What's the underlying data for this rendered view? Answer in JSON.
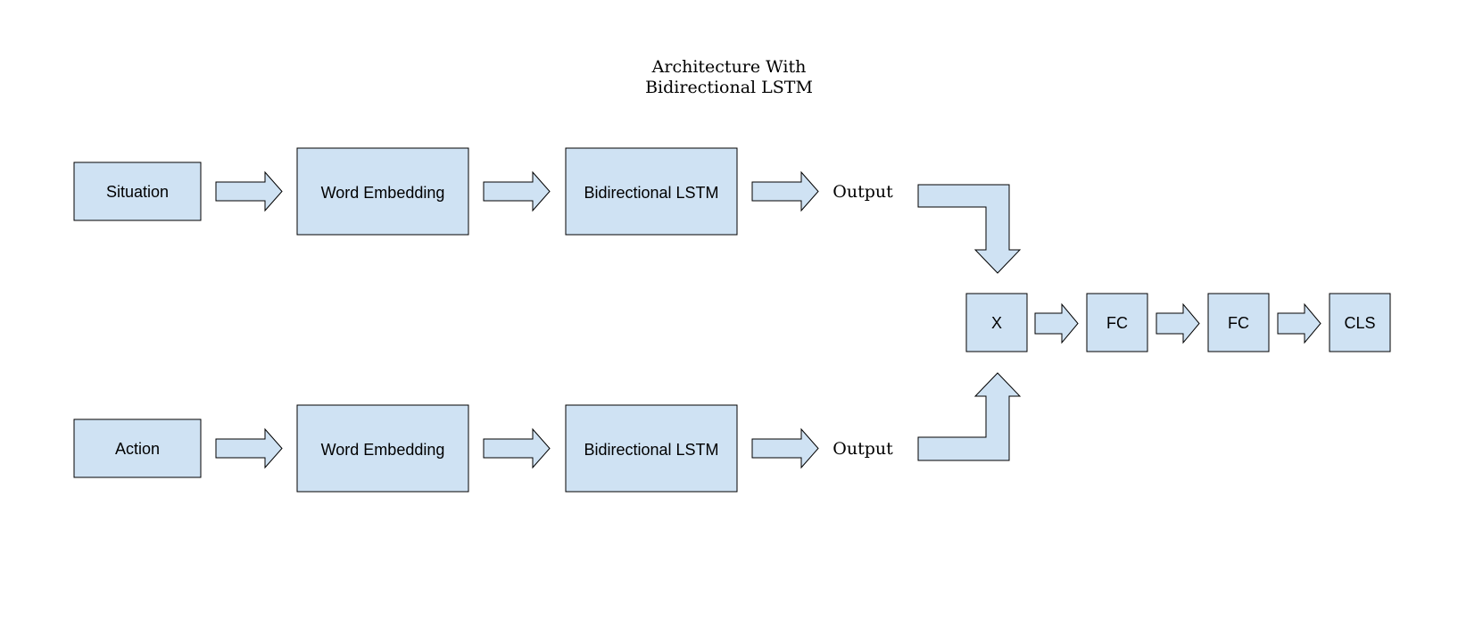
{
  "diagram": {
    "title_lines": [
      "Architecture With",
      "Bidirectional LSTM"
    ],
    "rows": [
      {
        "input_label": "Situation",
        "embedding_label": "Word Embedding",
        "lstm_label": "Bidirectional LSTM",
        "output_label": "Output"
      },
      {
        "input_label": "Action",
        "embedding_label": "Word Embedding",
        "lstm_label": "Bidirectional LSTM",
        "output_label": "Output"
      }
    ],
    "merge_label": "X",
    "head": [
      "FC",
      "FC",
      "CLS"
    ],
    "colors": {
      "box_fill": "#cfe2f3",
      "stroke": "#000000",
      "text": "#000000",
      "background": "#ffffff"
    }
  }
}
